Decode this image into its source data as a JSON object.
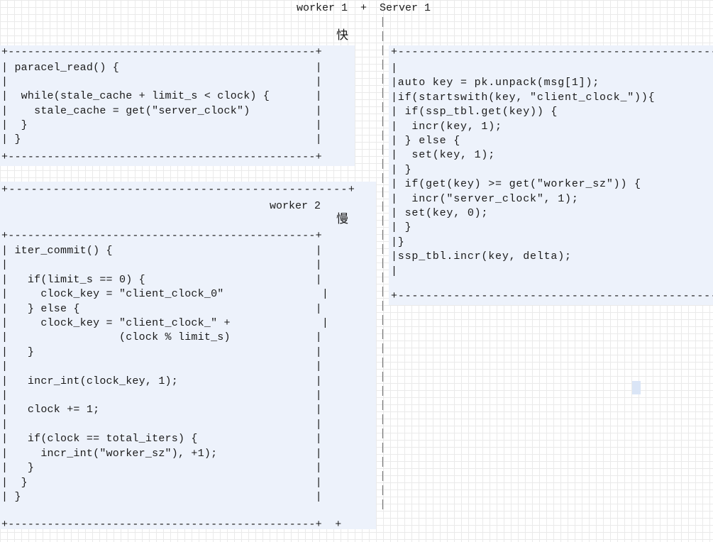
{
  "header": {
    "line": "worker 1  +  Server 1"
  },
  "worker1": {
    "speed_label": "快",
    "box_top": "+-----------------------------------------------+",
    "box_bottom": "+-----------------------------------------------+",
    "code": "| paracel_read() {                              |\n|                                               |\n|  while(stale_cache + limit_s < clock) {       |\n|    stale_cache = get(\"server_clock\")          |\n|  }                                            |\n| }                                             |"
  },
  "divider": {
    "line": "+----------------------------------------------+"
  },
  "worker2": {
    "title": "worker 2",
    "speed_label": "慢",
    "box_top": "+-----------------------------------------------+",
    "box_bottom": "+-----------------------------------------------+  +",
    "code": "| iter_commit() {                               |\n|                                               |\n|   if(limit_s == 0) {                          |\n|     clock_key = \"client_clock_0\"               |\n|   } else {                                    |\n|     clock_key = \"client_clock_\" +              |\n|                 (clock % limit_s)             |\n|   }                                           |\n|                                               |\n|   incr_int(clock_key, 1);                     |\n|                                               |\n|   clock += 1;                                 |\n|                                               |\n|   if(clock == total_iters) {                  |\n|     incr_int(\"worker_sz\"), +1);               |\n|   }                                           |\n|  }                                            |\n| }                                             |"
  },
  "server": {
    "box_top": "+-----------------------------------------------+",
    "box_bottom": "+-----------------------------------------------+",
    "code": "|                                               |\n|auto key = pk.unpack(msg[1]);                  |\n|if(startswith(key, \"client_clock_\")){          |\n| if(ssp_tbl.get(key)) {                        |\n|  incr(key, 1);                                |\n| } else {                                      |\n|  set(key, 1);                                 |\n| }                                             |\n| if(get(key) >= get(\"worker_sz\")) {            |\n|  incr(\"server_clock\", 1);                     |\n| set(key, 0);                                  |\n| }                                             |\n|}                                              |\n|ssp_tbl.incr(key, delta);                      |\n|                                               |"
  },
  "separator": {
    "char": "|"
  }
}
